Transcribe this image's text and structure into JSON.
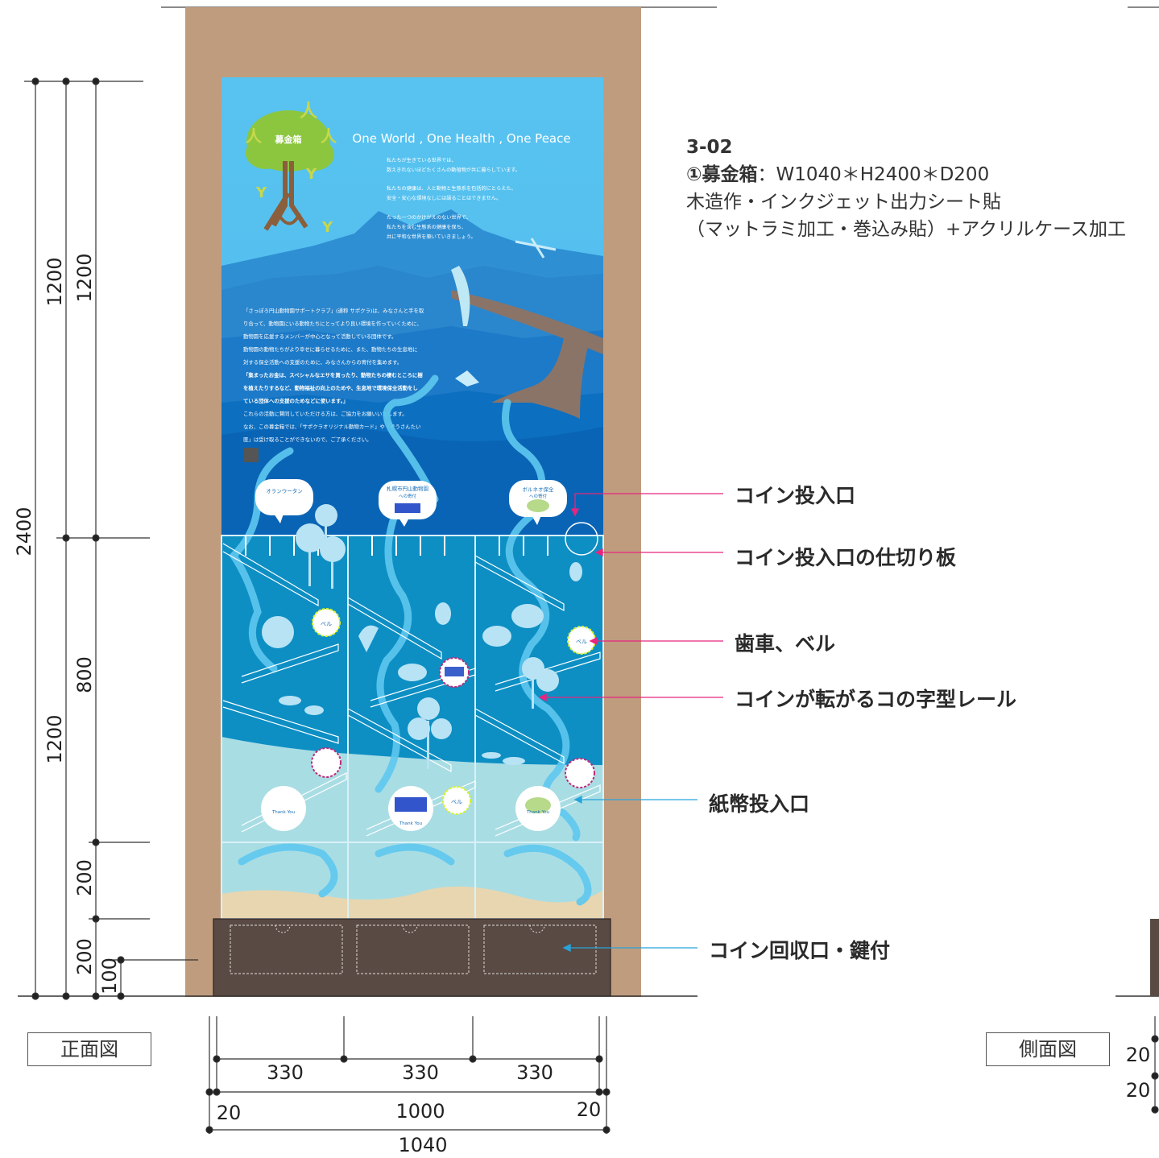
{
  "spec": {
    "code": "3-02",
    "line1_prefix": "①募金箱",
    "line1_rest": "：W1040＊H2400＊D200",
    "line2": "木造作・インクジェット出力シート貼",
    "line3": "（マットラミ加工・巻込み貼）+アクリルケース加工"
  },
  "callouts": {
    "coin_slot": "コイン投入口",
    "slot_divider": "コイン投入口の仕切り板",
    "gear_bell": "歯車、ベル",
    "rail": "コインが転がるコの字型レール",
    "bill_slot": "紙幣投入口",
    "coin_collect": "コイン回収口・鍵付"
  },
  "views": {
    "front": "正面図",
    "side": "側面図"
  },
  "dimensions": {
    "total_height": "2400",
    "upper_a": "1200",
    "upper_b": "1200",
    "lower_a": "1200",
    "case_h": "800",
    "base_200a": "200",
    "base_200b": "200",
    "base_100": "100",
    "col1": "330",
    "col2": "330",
    "col3": "330",
    "inner": "1000",
    "edge_l": "20",
    "edge_r": "20",
    "total_w": "1040",
    "side_20a": "20",
    "side_20b": "20"
  },
  "poster": {
    "logo_title": "募金箱",
    "headline": "One World , One Health , One Peace",
    "intro": [
      "私たちが生きている世界では、",
      "数えきれないほどたくさんの動植物が共に暮らしています。",
      "私たちの健康は、人と動物と生態系を包括的にとらえた、",
      "安全・安心な環境なしには語ることはできません。",
      "たった一つのかけがえのない世界で、",
      "私たちを含む生態系の健康を保ち、",
      "共に平和な世界を築いていきましょう。"
    ],
    "body": [
      "「さっぽろ円山動物園サポートクラブ」(通称 サポクラ)は、みなさんと手を取",
      "り合って、動物園にいる動物たちにとってより良い環境を作っていくために、",
      "動物園を応援するメンバーが中心となって活動している団体です。",
      "動物園の動物たちがより幸せに暮らせるために、また、動物たちの生息地に",
      "対する保全活動への支援のために、みなさんからの寄付を集めます。",
      "「集まったお金は、スペシャルなエサを買ったり、動物たちの棲むところに樹",
      "を植えたりするなど、動物福祉の向上のためや、生息地で環境保全活動をし",
      "ている団体への支援のためなどに使います。」",
      "これらの活動に賛同していただける方は、ご協力をお願いいたします。",
      "なお、この募金箱では、「サポクラオリジナル動物カード」や「ぞうさんたい",
      "匪」は受け取ることができないので、ご了承ください。"
    ],
    "bubble1": "オランウータン",
    "bubble2": "札幌市円山動物園",
    "bubble2_sub": "への寄付",
    "bubble3": "ボルネオ保全",
    "bubble3_sub": "への寄付",
    "bell": "ベル",
    "thank_you": "Thank You"
  },
  "colors": {
    "wall": "#c09c7e",
    "sky": "#57c3ef",
    "deep": "#0d73c3",
    "water": "#a9dde4",
    "base": "#5a4a44",
    "magenta": "#e6267e",
    "cyan": "#27a4db"
  }
}
